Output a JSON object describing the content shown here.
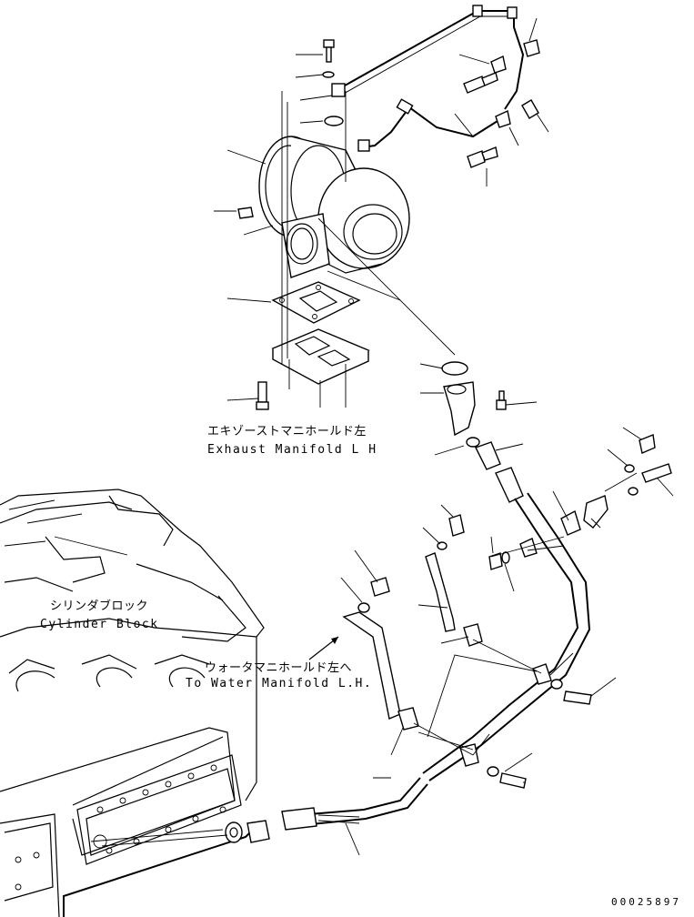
{
  "labels": {
    "exhaust_manifold_jp": "エキゾーストマニホールド左",
    "exhaust_manifold_en": "Exhaust Manifold L H",
    "cylinder_block_jp": "シリンダブロック",
    "cylinder_block_en": "Cylinder Block",
    "water_manifold_jp": "ウォータマニホールド左へ",
    "water_manifold_en": "To Water Manifold L.H."
  },
  "drawing_code": "00025897"
}
